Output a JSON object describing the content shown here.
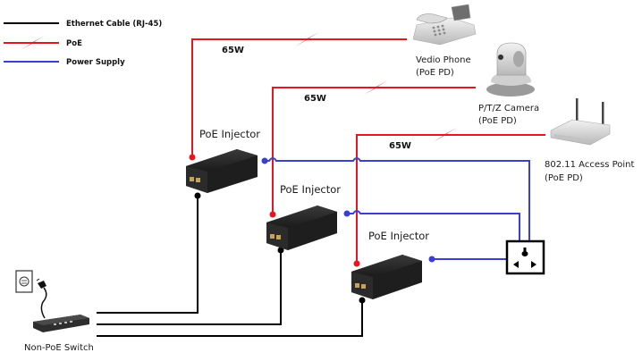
{
  "legend": {
    "ethernet_label": "Ethernet Cable (RJ-45)",
    "poe_label": "PoE",
    "power_label": "Power Supply"
  },
  "colors": {
    "ethernet": "#000000",
    "poe": "#e8141e",
    "power": "#3a3fd0"
  },
  "links": [
    {
      "power_label": "65W"
    },
    {
      "power_label": "65W"
    },
    {
      "power_label": "65W"
    }
  ],
  "injectors": [
    {
      "label": "PoE Injector"
    },
    {
      "label": "PoE Injector"
    },
    {
      "label": "PoE Injector"
    }
  ],
  "devices": {
    "phone": {
      "name": "Vedio Phone",
      "type": "(PoE PD)"
    },
    "camera": {
      "name": "P/T/Z Camera",
      "type": "(PoE PD)"
    },
    "access_point": {
      "name": "802.11 Access Point",
      "type": "(PoE PD)"
    },
    "switch": {
      "name": "Non-PoE Switch"
    }
  }
}
